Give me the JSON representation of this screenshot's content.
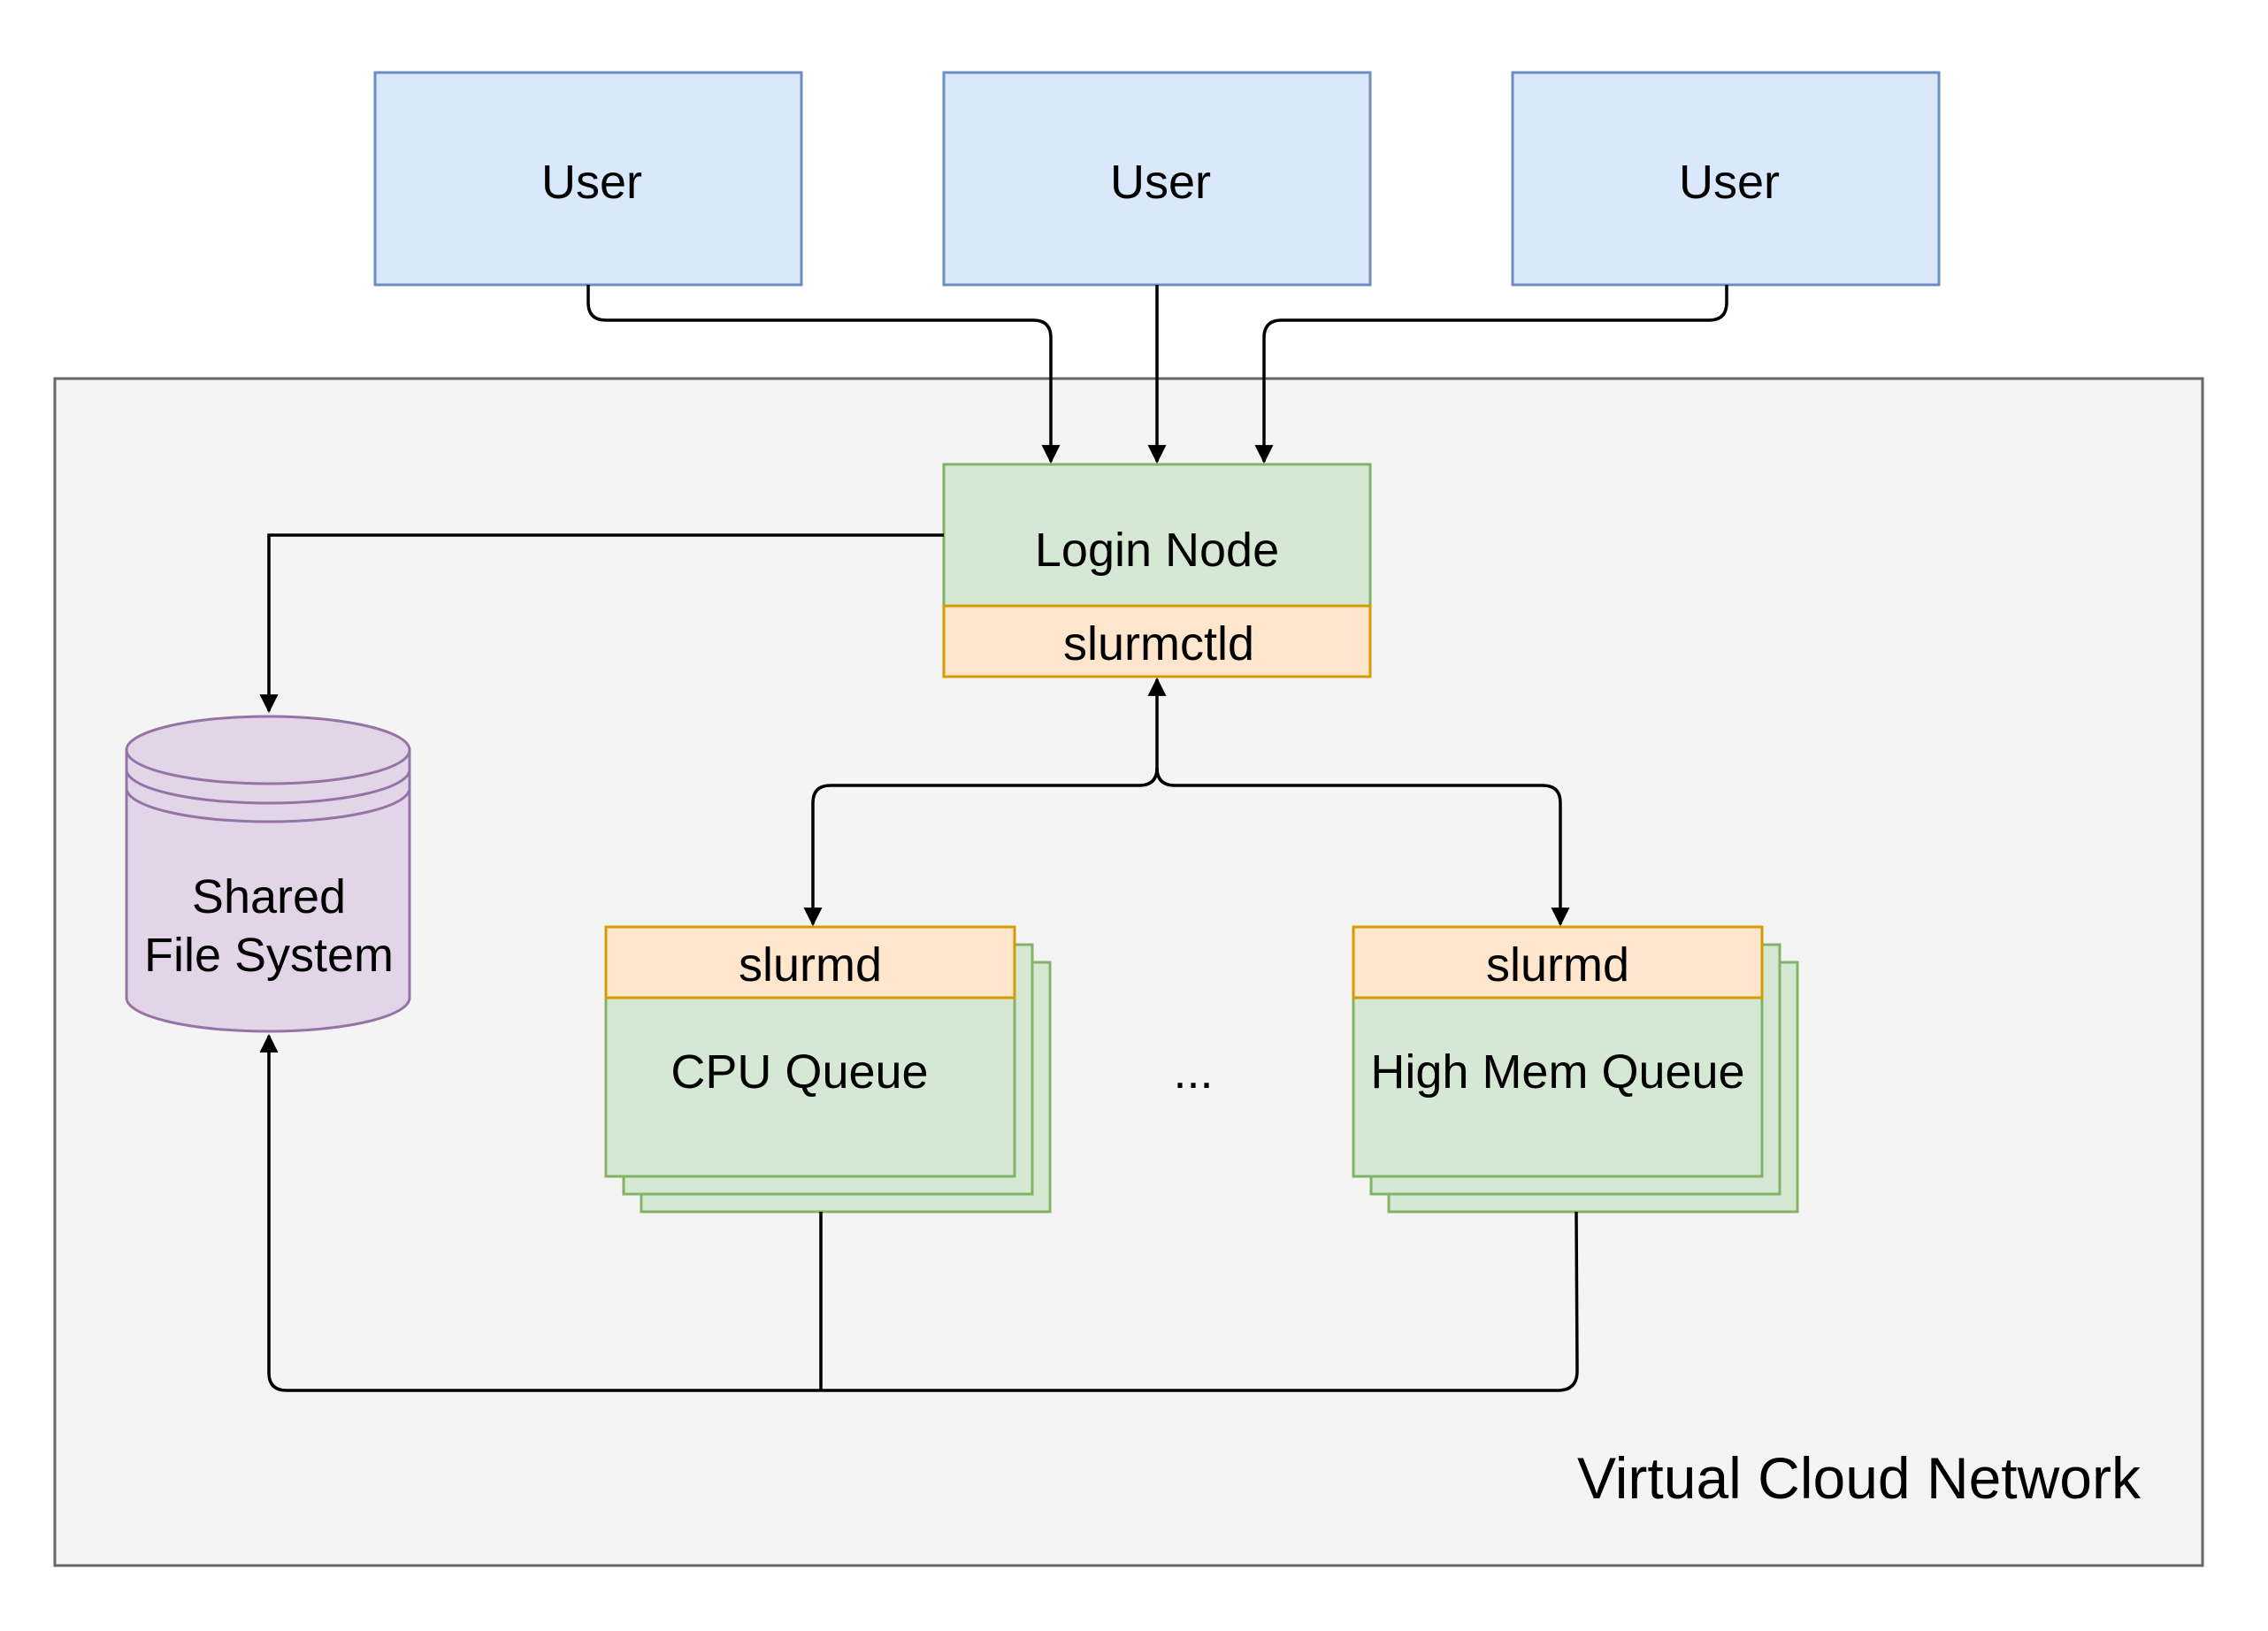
{
  "users": [
    {
      "label": "User"
    },
    {
      "label": "User"
    },
    {
      "label": "User"
    }
  ],
  "network": {
    "label": "Virtual Cloud Network"
  },
  "login_node": {
    "label": "Login Node",
    "service": "slurmctld"
  },
  "shared_fs": {
    "line1": "Shared",
    "line2": "File System"
  },
  "queues": [
    {
      "service": "slurmd",
      "label": "CPU Queue"
    },
    {
      "service": "slurmd",
      "label": "High Mem Queue"
    }
  ],
  "ellipsis": "...",
  "colors": {
    "user_fill": "#dae8fc",
    "user_stroke": "#6c8ebf",
    "node_fill": "#d5e8d4",
    "node_stroke": "#82b366",
    "service_fill": "#ffe6cc",
    "service_stroke": "#d79b00",
    "fs_fill": "#e1d5e7",
    "fs_stroke": "#9673a6",
    "network_fill": "#f4f4f4",
    "network_stroke": "#666666"
  }
}
